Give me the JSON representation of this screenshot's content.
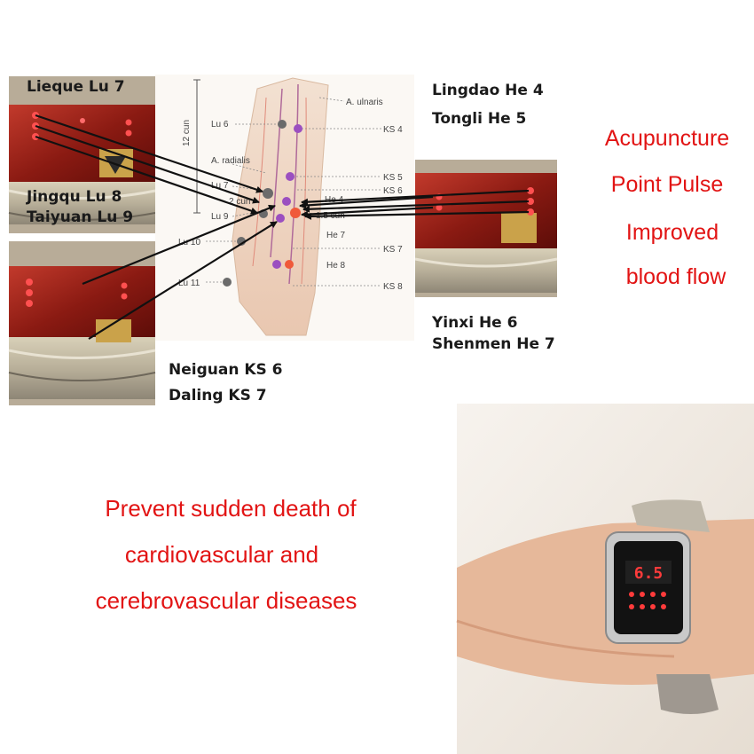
{
  "photo_labels": {
    "top_left": [
      "Lieque Lu 7"
    ],
    "middle_left": [
      "Jingqu Lu 8",
      "Taiyuan Lu 9"
    ],
    "top_right": [
      "Lingdao He 4",
      "Tongli He 5"
    ],
    "bottom_right": [
      "Yinxi He 6",
      "Shenmen He 7"
    ],
    "bottom_center": [
      "Neiguan KS 6",
      "Daling KS 7"
    ]
  },
  "diagram_labels": {
    "lu6": "Lu 6",
    "ks4": "KS 4",
    "a_ulnaris": "A. ulnaris",
    "cun12": "12 cun",
    "a_radialis": "A. radialis",
    "lu7": "Lu 7",
    "ks5": "KS 5",
    "ks6": "KS 6",
    "cun2": "2 cun",
    "he4": "He 4",
    "cun15": "1.5 cun",
    "lu9": "Lu 9",
    "he7": "He 7",
    "lu10": "Lu 10",
    "ks7": "KS 7",
    "he8": "He 8",
    "lu11": "Lu 11",
    "ks8": "KS 8"
  },
  "benefits": [
    "Acupuncture",
    "Point Pulse",
    "Improved",
    "blood flow"
  ],
  "prevent": [
    "Prevent sudden death of",
    "cardiovascular and",
    "cerebrovascular diseases"
  ],
  "watch_display": "6.5",
  "colors": {
    "accent_red": "#e21414",
    "point_grey": "#6b6b6b",
    "point_purple": "#9b4fc0",
    "point_orange": "#f05a3a"
  }
}
